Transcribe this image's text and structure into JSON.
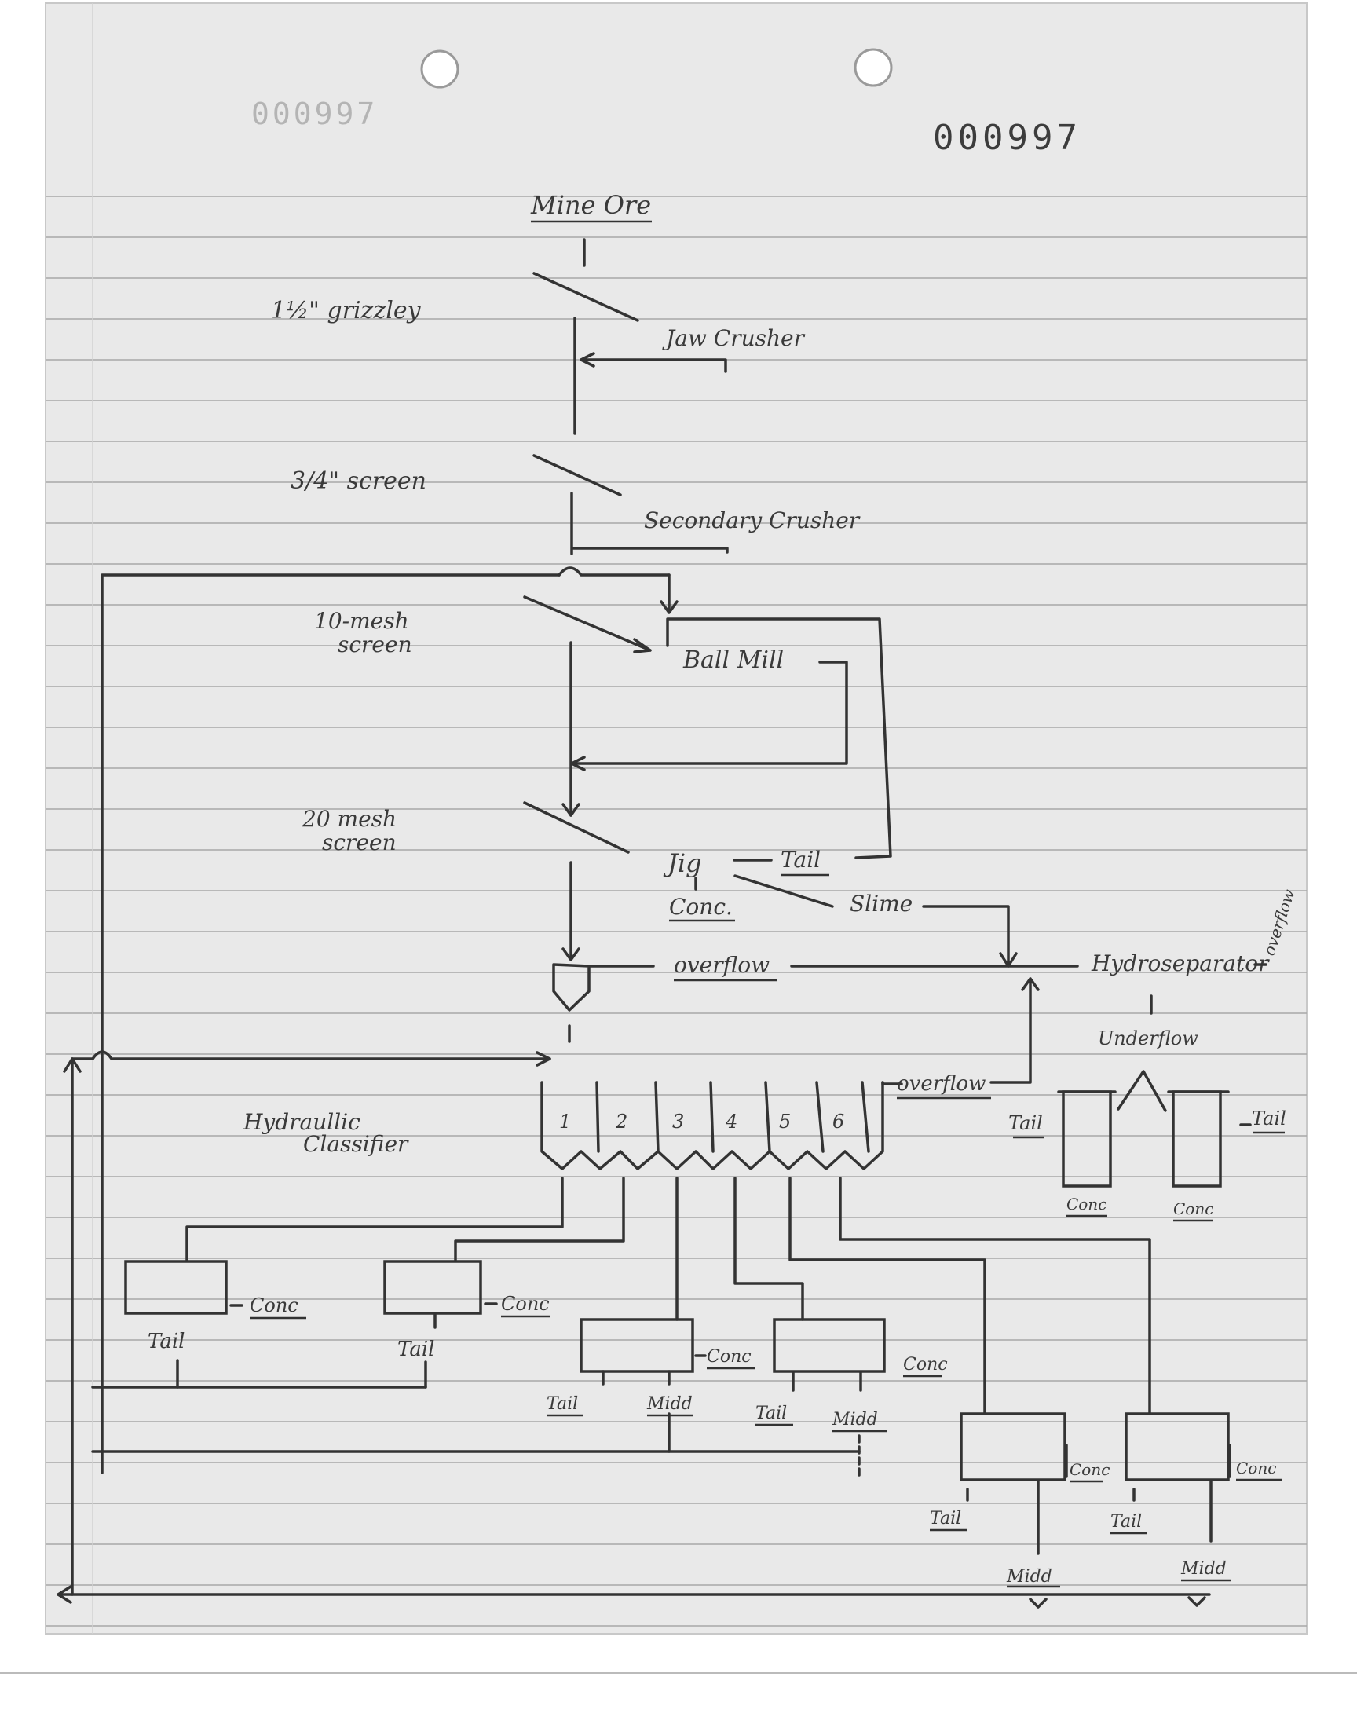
{
  "page": {
    "stamp": "000997",
    "page_number": "000997"
  },
  "labels": {
    "mine_ore": "Mine Ore",
    "grizzley": "1½\" grizzley",
    "jaw_crusher": "Jaw Crusher",
    "screen_34": "3/4\" screen",
    "secondary_crusher": "Secondary Crusher",
    "mesh10_line1": "10-mesh",
    "mesh10_line2": "screen",
    "ball_mill": "Ball Mill",
    "mesh20_line1": "20 mesh",
    "mesh20_line2": "screen",
    "jig": "Jig",
    "jig_tail": "Tail",
    "jig_conc": "Conc.",
    "slime": "Slime",
    "overflow_1": "overflow",
    "hydroseparator": "Hydroseparator",
    "hydro_overflow": "overflow",
    "underflow": "Underflow",
    "overflow_2": "overflow",
    "classifier_line1": "Hydraullic",
    "classifier_line2": "Classifier",
    "hydro_tail_left": "Tail",
    "hydro_tail_right": "Tail",
    "hydro_conc_left": "Conc",
    "hydro_conc_right": "Conc"
  },
  "classifier_cells": [
    "1",
    "2",
    "3",
    "4",
    "5",
    "6"
  ],
  "tables": [
    {
      "conc": "Conc",
      "tail": "Tail"
    },
    {
      "conc": "Conc",
      "tail": "Tail"
    },
    {
      "conc": "Conc",
      "tail": "Tail",
      "midd": "Midd"
    },
    {
      "conc": "Conc",
      "tail": "Tail",
      "midd": "Midd"
    },
    {
      "conc": "Conc",
      "tail": "Tail",
      "midd": "Midd"
    },
    {
      "conc": "Conc",
      "tail": "Tail",
      "midd": "Midd"
    }
  ]
}
